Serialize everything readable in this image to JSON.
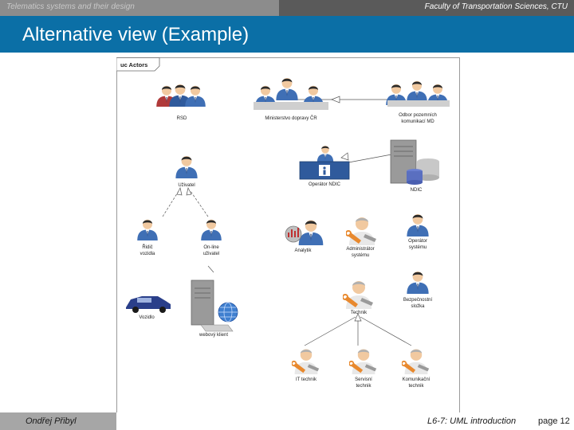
{
  "header": {
    "course": "Telematics systems and their design",
    "faculty": "Faculty of Transportation Sciences, CTU",
    "title": "Alternative view (Example)"
  },
  "diagram": {
    "frame_label": "uc Actors",
    "actors": {
      "rsd": "RSD",
      "ministry": "Ministerstvo dopravy ČR",
      "odbor": [
        "Odbor pozemních",
        "komunikací MD"
      ],
      "operator_ndic": "Operátor NDIC",
      "ndic": "NDIC",
      "uzivatel": "Uživatel",
      "ridic": [
        "Řidič",
        "vozidla"
      ],
      "online": [
        "On-line",
        "uživatel"
      ],
      "analytik": "Analytik",
      "admin": [
        "Administrátor",
        "systému"
      ],
      "operator_sys": [
        "Operátor",
        "systému"
      ],
      "vozidlo": "Vozidlo",
      "klient": "webový klient",
      "bezpecnostni": [
        "Bezpečnostní",
        "složka"
      ],
      "technik": "Technik",
      "it_technik": "IT technik",
      "servisni": [
        "Servisní",
        "technik"
      ],
      "komunikacni": [
        "Komunikační",
        "technik"
      ]
    },
    "colors": {
      "person_blue": "#3f6fb5",
      "person_red": "#b03a3a",
      "technician_orange": "#e89a4a",
      "header_blue": "#0b6fa6"
    }
  },
  "footer": {
    "author": "Ondřej Přibyl",
    "lecture": "L6-7: UML introduction",
    "page": "page 12"
  }
}
